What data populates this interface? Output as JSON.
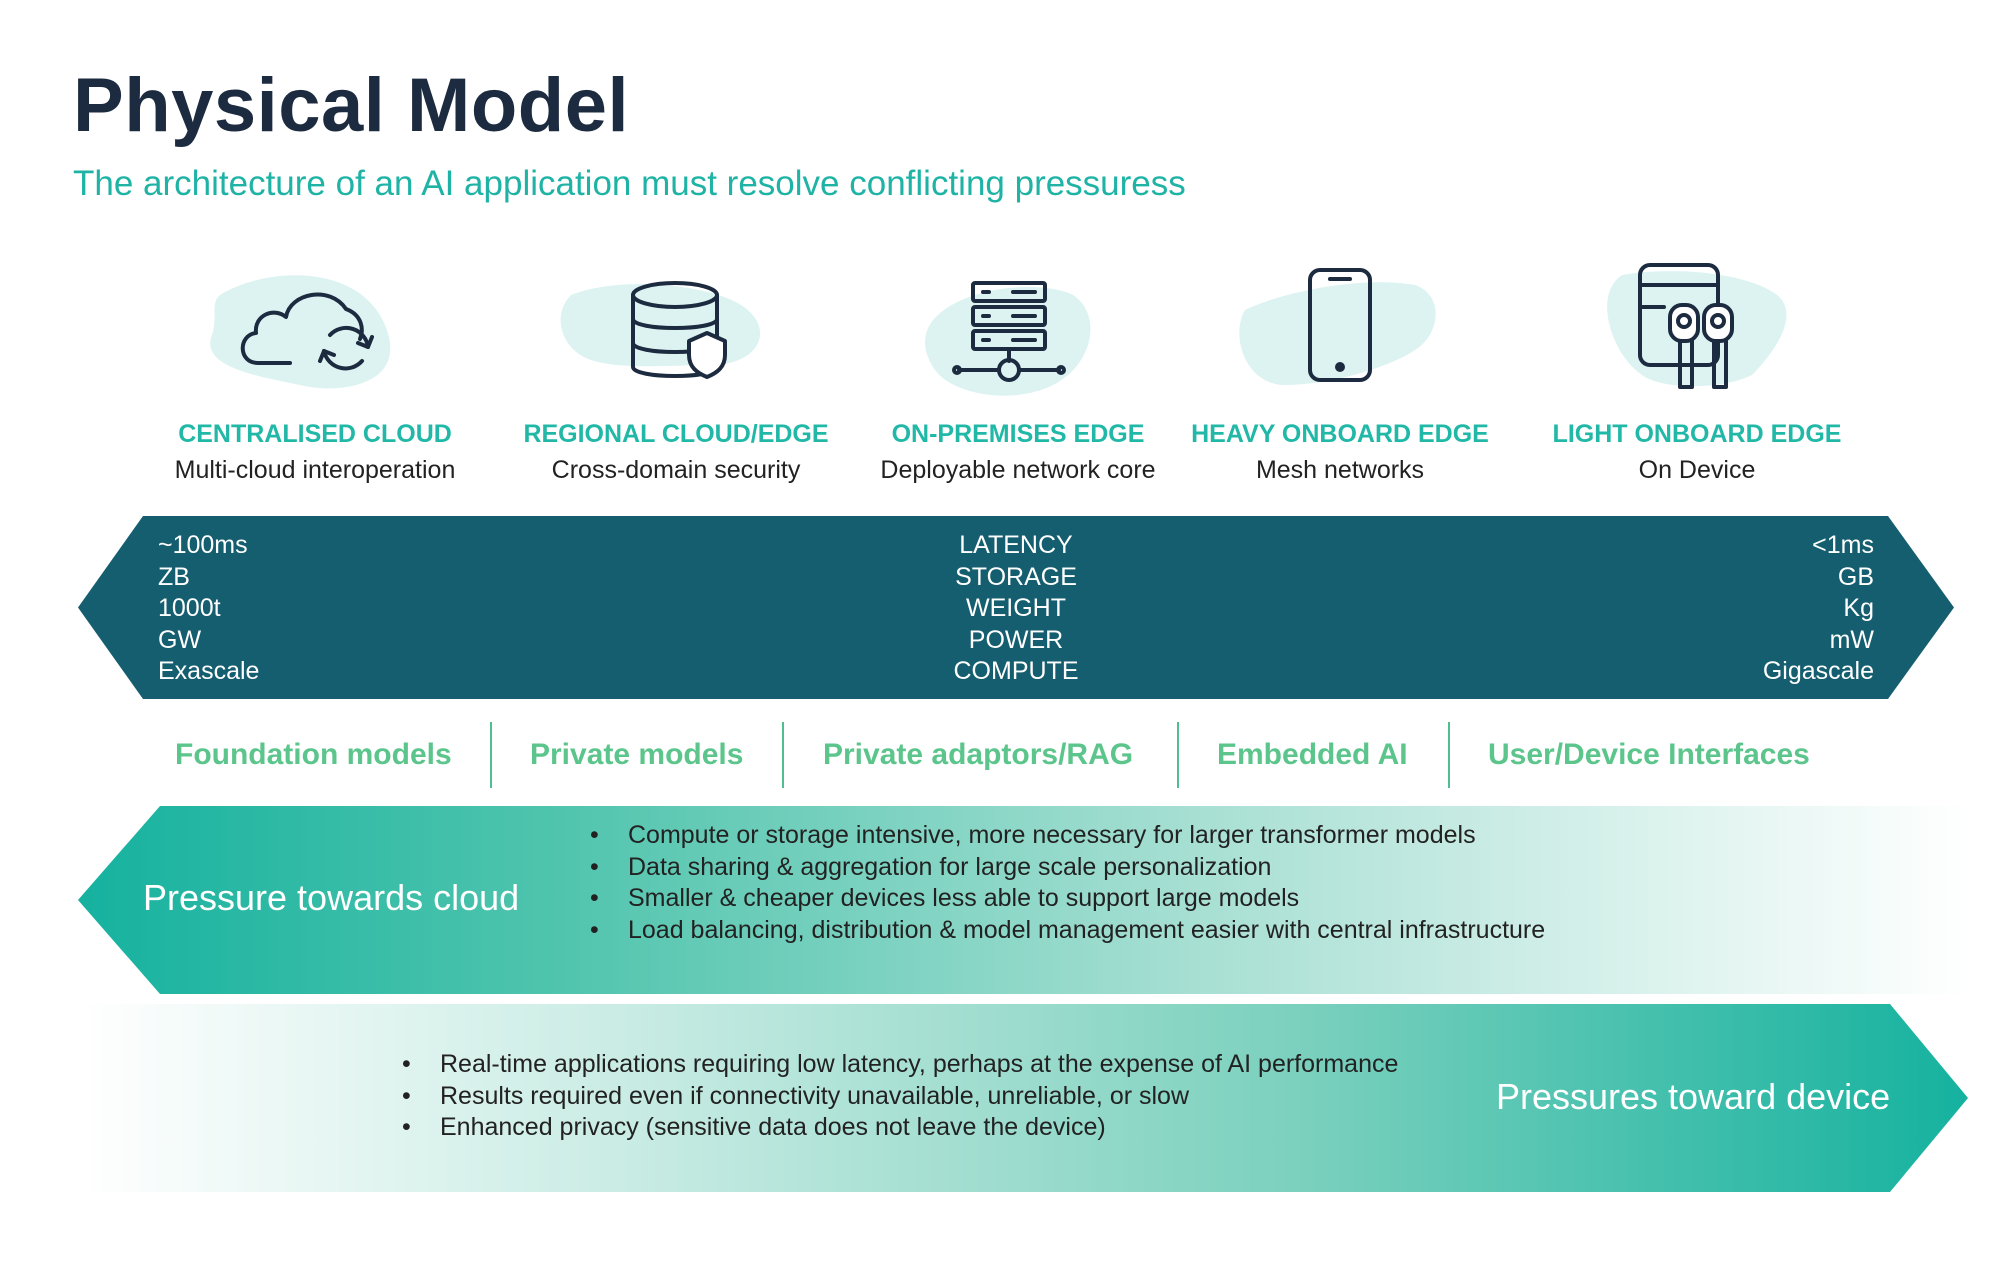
{
  "title": "Physical Model",
  "subtitle": "The architecture of an AI application must resolve conflicting pressuress",
  "colors": {
    "dark_navy": "#1c2b3f",
    "teal": "#1fb3a6",
    "band_dark": "#155e6f",
    "green": "#5cc58c",
    "icon_blob": "#dcf3f2"
  },
  "tiers": [
    {
      "name": "CENTRALISED CLOUD",
      "desc": "Multi-cloud interoperation",
      "icon": "cloud-sync-icon"
    },
    {
      "name": "REGIONAL CLOUD/EDGE",
      "desc": "Cross-domain security",
      "icon": "database-shield-icon"
    },
    {
      "name": "ON-PREMISES EDGE",
      "desc": "Deployable network core",
      "icon": "server-rack-icon"
    },
    {
      "name": "HEAVY ONBOARD EDGE",
      "desc": "Mesh networks",
      "icon": "smartphone-icon"
    },
    {
      "name": "LIGHT ONBOARD EDGE",
      "desc": "On Device",
      "icon": "device-earbuds-icon"
    }
  ],
  "spectrum": {
    "left": [
      "~100ms",
      "ZB",
      "1000t",
      "GW",
      "Exascale"
    ],
    "center": [
      "LATENCY",
      "STORAGE",
      "WEIGHT",
      "POWER",
      "COMPUTE"
    ],
    "right": [
      "<1ms",
      "GB",
      "Kg",
      "mW",
      "Gigascale"
    ]
  },
  "models": [
    "Foundation models",
    "Private models",
    "Private adaptors/RAG",
    "Embedded AI",
    "User/Device Interfaces"
  ],
  "cloud_pressure": {
    "label": "Pressure towards cloud",
    "bullets": [
      "Compute or storage intensive, more necessary for larger transformer models",
      "Data sharing & aggregation for large scale personalization",
      "Smaller & cheaper devices less able to support large models",
      "Load balancing, distribution & model management easier with central infrastructure"
    ]
  },
  "device_pressure": {
    "label": "Pressures toward device",
    "bullets": [
      "Real-time applications requiring low latency, perhaps at the expense of AI performance",
      "Results required even if connectivity unavailable, unreliable, or slow",
      "Enhanced privacy (sensitive data does not leave the device)"
    ]
  }
}
